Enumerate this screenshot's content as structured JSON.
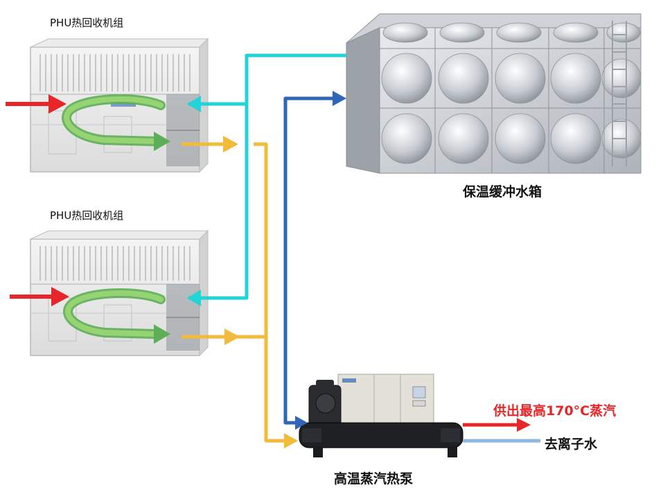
{
  "labels": {
    "unit_top": "PHU热回收机组",
    "unit_bottom": "PHU热回收机组",
    "tank": "保温缓冲水箱",
    "heat_pump": "高温蒸汽热泵",
    "steam_out": "供出最高170°C蒸汽",
    "deionized_water": "去离子水"
  },
  "colors": {
    "hot_air_in": "#e8262a",
    "cold_return": "#22d3d8",
    "warm_supply": "#f2bb3c",
    "tank_to_pump": "#2f66b8",
    "steam": "#e8262a",
    "water": "#8fb7e2",
    "recovery_swirl": "#7ac46a"
  }
}
